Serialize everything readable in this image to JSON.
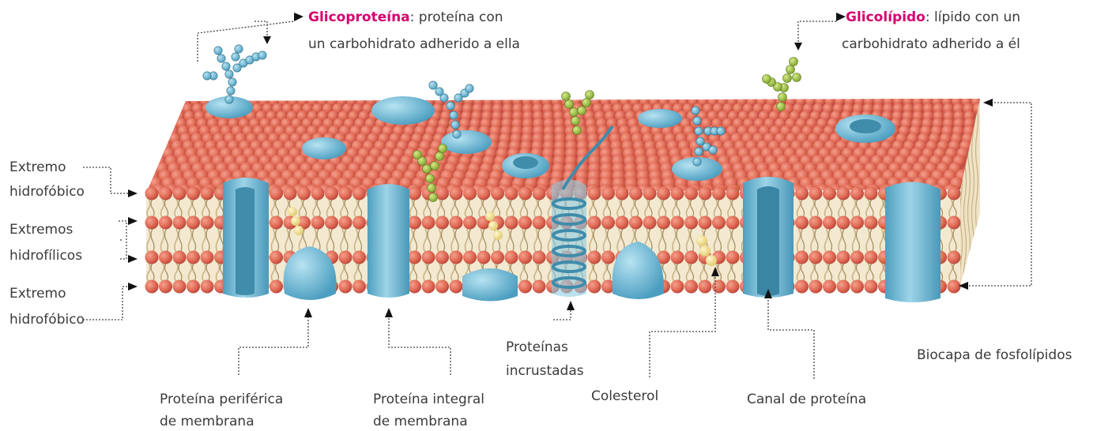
{
  "colors": {
    "phospholipid_head": "#e06a55",
    "tail": "#c9b58a",
    "protein": "#6fb5cf",
    "glyco_chain": "#5aa9cf",
    "lipid_chain": "#9bbc3c",
    "cholesterol": "#f0df90",
    "highlight": "#d6006e",
    "leader_line": "#444444"
  },
  "labels": {
    "glycoprotein_term": "Glicoproteína",
    "glycoprotein_desc_1": ": proteína con",
    "glycoprotein_desc_2": "un carbohidrato adherido a ella",
    "glycolipid_term": "Glicolípido",
    "glycolipid_desc_1": ": lípido con un",
    "glycolipid_desc_2": "carbohidrato adherido a él",
    "hydrophobic_top_1": "Extremo",
    "hydrophobic_top_2": "hidrofóbico",
    "hydrophilic_1": "Extremos",
    "hydrophilic_2": "hidrofílicos",
    "hydrophobic_bottom_1": "Extremo",
    "hydrophobic_bottom_2": "hidrofóbico",
    "peripheral_1": "Proteína periférica",
    "peripheral_2": "de membrana",
    "integral_1": "Proteína integral",
    "integral_2": "de membrana",
    "embedded_1": "Proteínas",
    "embedded_2": "incrustadas",
    "cholesterol": "Colesterol",
    "channel": "Canal de proteína",
    "bilayer": "Biocapa de fosfolípidos"
  }
}
